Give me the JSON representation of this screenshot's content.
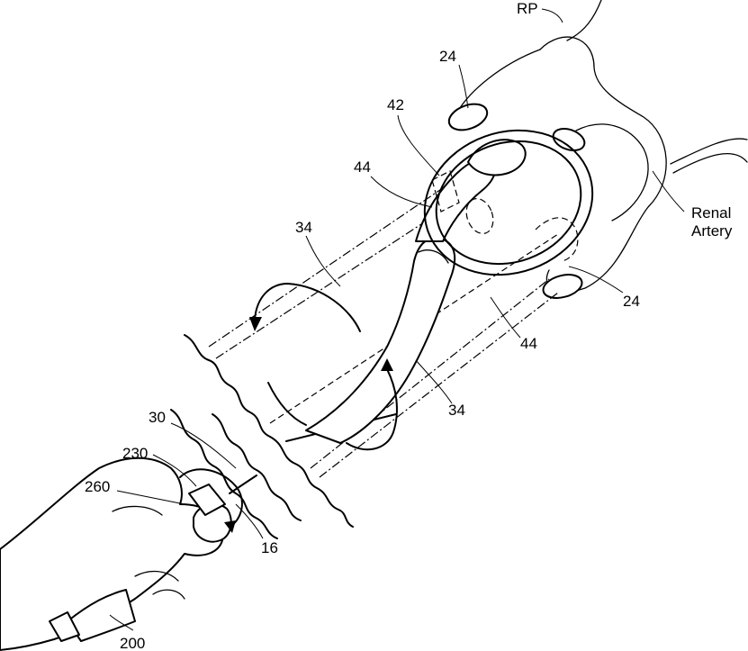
{
  "figure": {
    "labels": {
      "rp": "RP",
      "l24_top": "24",
      "l42": "42",
      "l44_left": "44",
      "l34_left": "34",
      "renal_line1": "Renal",
      "renal_line2": "Artery",
      "l24_right": "24",
      "l44_right": "44",
      "l34_right": "34",
      "l30": "30",
      "l230": "230",
      "l260": "260",
      "l16": "16",
      "l200": "200"
    }
  }
}
